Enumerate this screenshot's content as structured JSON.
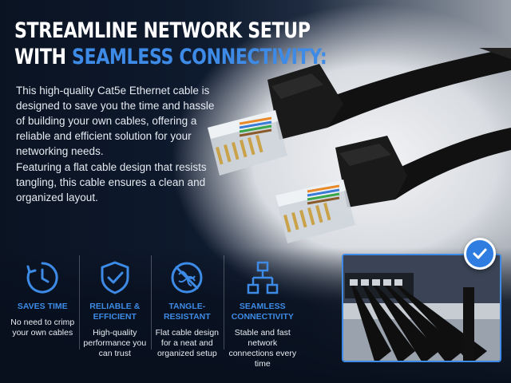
{
  "headline": {
    "line1": "STREAMLINE NETWORK SETUP",
    "line2_white": "WITH ",
    "line2_accent": "SEAMLESS CONNECTIVITY:"
  },
  "paragraphs": [
    "This high-quality Cat5e Ethernet cable is designed to save you the time and hassle of building your own cables, offering a reliable and efficient solution for your networking needs.",
    "Featuring a flat cable design that resists tangling, this cable ensures a clean and organized layout."
  ],
  "features": [
    {
      "icon": "clock-icon",
      "title": "SAVES TIME",
      "description": "No need to crimp your own cables"
    },
    {
      "icon": "shield-check-icon",
      "title": "RELIABLE & EFFICIENT",
      "description": "High-quality performance you can trust"
    },
    {
      "icon": "tangle-resistant-icon",
      "title": "TANGLE-RESISTANT",
      "description": "Flat cable design for a neat and organized setup"
    },
    {
      "icon": "network-icon",
      "title": "SEAMLESS CONNECTIVITY",
      "description": "Stable and fast network connections every time"
    }
  ],
  "colors": {
    "accent": "#3d8be6",
    "background": "#0b1424",
    "cable": "#141414"
  }
}
